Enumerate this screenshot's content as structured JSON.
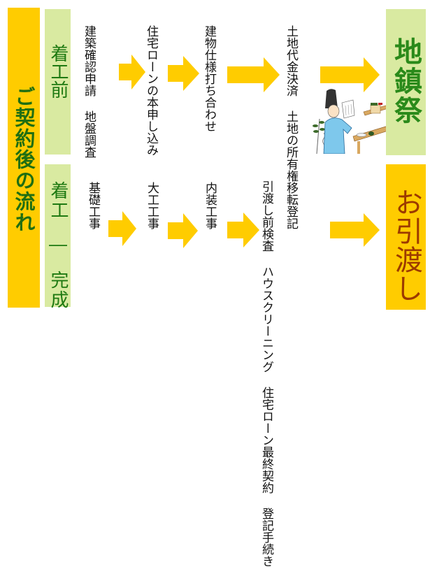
{
  "title": "ご契約後の流れ",
  "colors": {
    "main_bar": "#ffcc00",
    "phase_bg": "#d9eaa1",
    "phase_text": "#1f7a12",
    "arrow": "#ffcc00",
    "jichinsai_text": "#2a8a1a",
    "handover_text": "#9c3a00"
  },
  "phases": [
    {
      "label": "着工前",
      "steps": [
        {
          "lines": [
            "建築確認申請",
            "地盤調査"
          ]
        },
        {
          "lines": [
            "住宅ローンの本申し込み"
          ]
        },
        {
          "lines": [
            "建物仕様打ち合わせ"
          ]
        },
        {
          "lines": [
            "土地代金決済",
            "土地の所有権移転登記"
          ]
        }
      ],
      "milestone": "地鎮祭",
      "illustration": "shinto-priest-ground-breaking-ceremony"
    },
    {
      "label": "着工 ― 完成",
      "label_parts": [
        "着工",
        "―",
        "完成"
      ],
      "steps": [
        {
          "lines": [
            "基礎工事"
          ]
        },
        {
          "lines": [
            "大工工事"
          ]
        },
        {
          "lines": [
            "内装工事"
          ]
        },
        {
          "lines": [
            "引渡し前検査",
            "ハウスクリーニング",
            "住宅ローン最終契約",
            "登記手続き"
          ]
        }
      ],
      "milestone": "お引渡し"
    }
  ]
}
